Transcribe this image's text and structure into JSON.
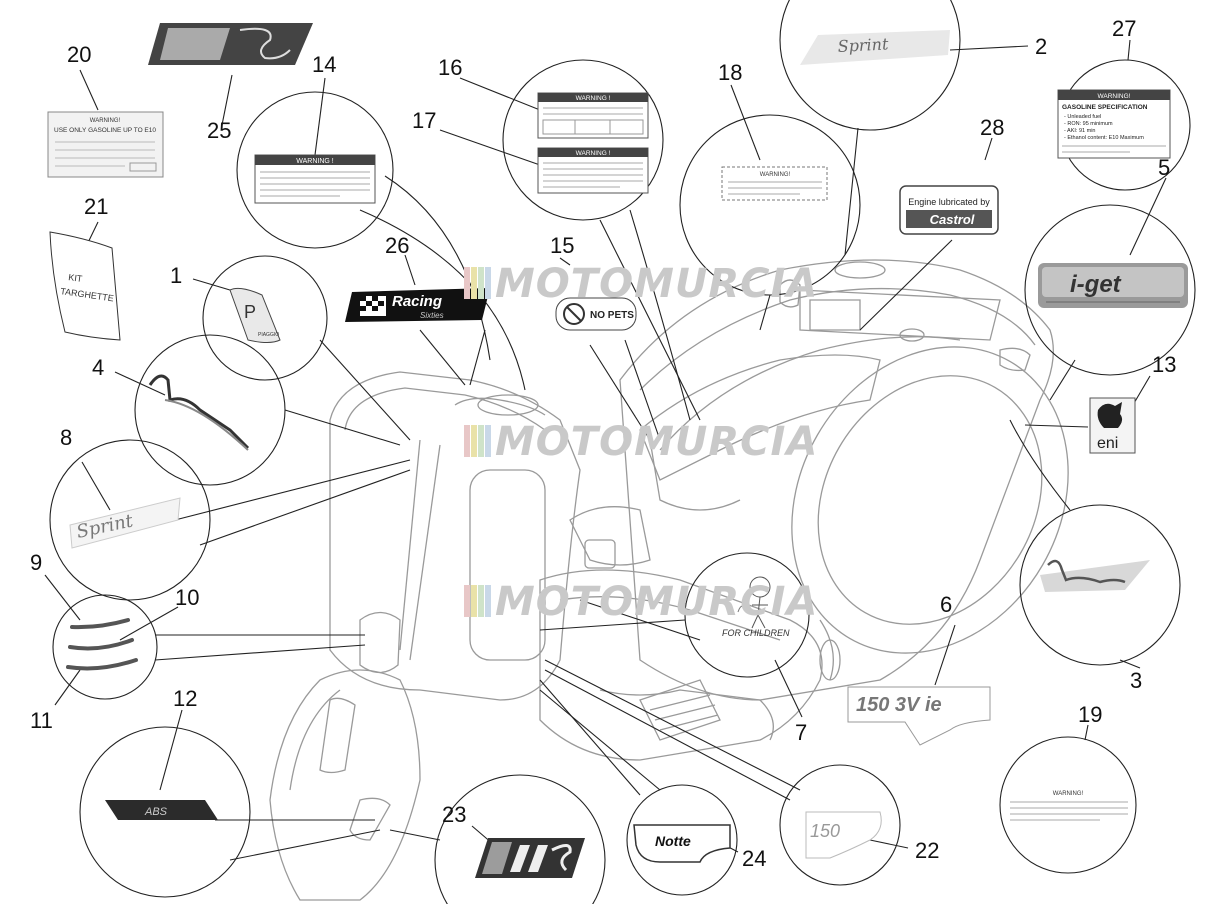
{
  "watermark": "MOTOMURCIA",
  "callouts": [
    "1",
    "2",
    "3",
    "4",
    "5",
    "6",
    "7",
    "8",
    "9",
    "10",
    "11",
    "12",
    "13",
    "14",
    "15",
    "16",
    "17",
    "18",
    "19",
    "20",
    "21",
    "22",
    "23",
    "24",
    "25",
    "26",
    "27",
    "28"
  ],
  "decals": {
    "sprint": "Sprint",
    "warning": "WARNING !",
    "warning_exclaim": "WARNING!",
    "warning_20_line1": "USE ONLY GASOLINE UP TO E10",
    "kit_line1": "KIT",
    "kit_line2": "TARGHETTE",
    "piaggio": "PIAGGIO",
    "racing_1": "Racing",
    "racing_2": "Sixties",
    "no_pets": "NO PETS",
    "castrol_1": "Engine lubricated by",
    "castrol_2": "Castrol",
    "iget": "i-get",
    "eni": "eni",
    "gasoline_title": "GASOLINE SPECIFICATION",
    "gasoline_lines": [
      "- Unleaded fuel",
      "- RON: 95 minimum",
      "- AKI: 91 min",
      "- Ethanol content: E10 Maximum"
    ],
    "for_children": "FOR CHILDREN",
    "model_3vie": "150 3V ie",
    "abs": "ABS",
    "notte": "Notte",
    "model_150": "150"
  },
  "colors": {
    "line": "#222222",
    "light_line": "#9a9a9a",
    "decal_dark": "#2b2b2b",
    "watermark_bar": [
      "#e8c7c7",
      "#e9e2a8",
      "#cfe3c9",
      "#c9d8e8"
    ]
  }
}
